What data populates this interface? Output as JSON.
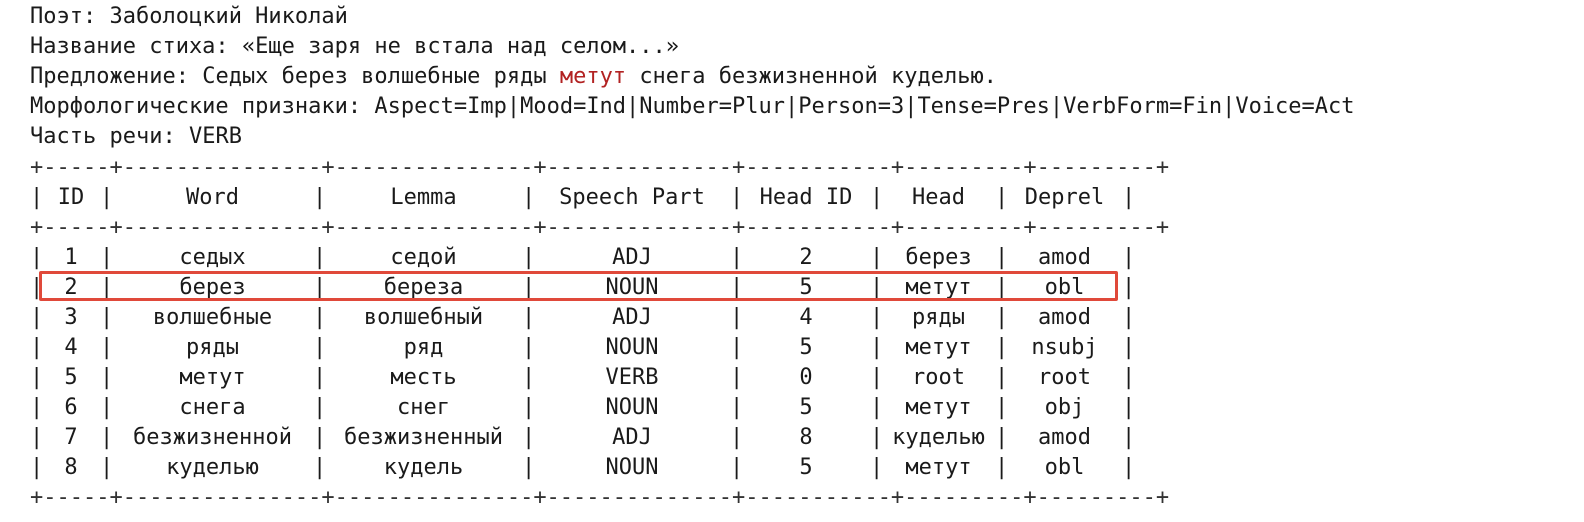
{
  "header": {
    "poet_label": "Поэт:",
    "poet_value": "Заболоцкий Николай",
    "title_label": "Название стиха:",
    "title_value": "«Еще заря не встала над селом...»",
    "sentence_label": "Предложение:",
    "sentence_before": "Седых берез волшебные ряды",
    "sentence_highlight": "метут",
    "sentence_after": "снега безжизненной куделью.",
    "morph_label": "Морфологические признаки:",
    "morph_value": "Aspect=Imp|Mood=Ind|Number=Plur|Person=3|Tense=Pres|VerbForm=Fin|Voice=Act",
    "pos_label": "Часть речи:",
    "pos_value": "VERB"
  },
  "table": {
    "border": "+-----+---------------+---------------+--------------+-----------+---------+---------+",
    "columns": [
      "ID",
      "Word",
      "Lemma",
      "Speech Part",
      "Head ID",
      "Head",
      "Deprel"
    ],
    "rows": [
      [
        "1",
        "седых",
        "седой",
        "ADJ",
        "2",
        "берез",
        "amod"
      ],
      [
        "2",
        "берез",
        "береза",
        "NOUN",
        "5",
        "метут",
        "obl"
      ],
      [
        "3",
        "волшебные",
        "волшебный",
        "ADJ",
        "4",
        "ряды",
        "amod"
      ],
      [
        "4",
        "ряды",
        "ряд",
        "NOUN",
        "5",
        "метут",
        "nsubj"
      ],
      [
        "5",
        "метут",
        "месть",
        "VERB",
        "0",
        "root",
        "root"
      ],
      [
        "6",
        "снега",
        "снег",
        "NOUN",
        "5",
        "метут",
        "obj"
      ],
      [
        "7",
        "безжизненной",
        "безжизненный",
        "ADJ",
        "8",
        "куделью",
        "amod"
      ],
      [
        "8",
        "куделью",
        "кудель",
        "NOUN",
        "5",
        "метут",
        "obl"
      ]
    ],
    "highlighted_row": 1
  },
  "colors": {
    "highlight_word": "#b22222",
    "selection_box": "#e0493a"
  }
}
